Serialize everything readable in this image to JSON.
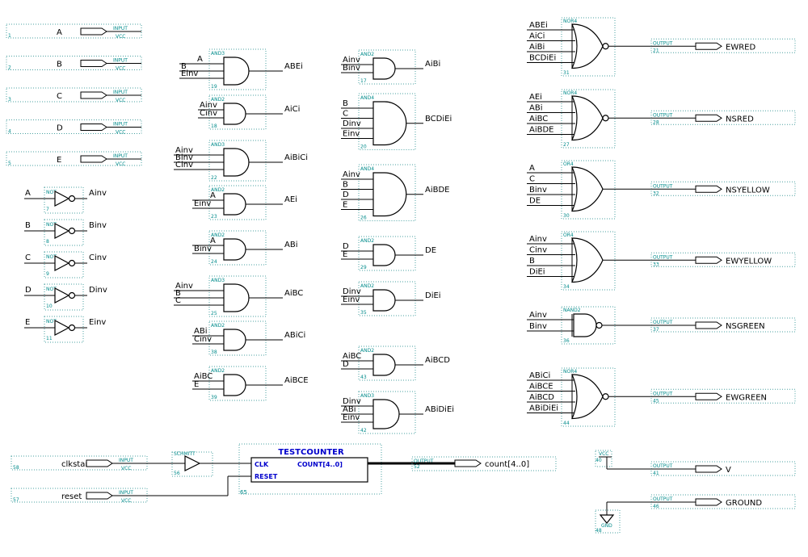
{
  "inputs": [
    {
      "name": "A",
      "num": "1"
    },
    {
      "name": "B",
      "num": "2"
    },
    {
      "name": "C",
      "num": "3"
    },
    {
      "name": "D",
      "num": "4"
    },
    {
      "name": "E",
      "num": "5"
    }
  ],
  "input_tag": "INPUT",
  "vcc_tag": "VCC",
  "output_tag": "OUTPUT",
  "nots": [
    {
      "in": "A",
      "out": "Ainv",
      "num": "7"
    },
    {
      "in": "B",
      "out": "Binv",
      "num": "8"
    },
    {
      "in": "C",
      "out": "Cinv",
      "num": "9"
    },
    {
      "in": "D",
      "out": "Dinv",
      "num": "10"
    },
    {
      "in": "E",
      "out": "Einv",
      "num": "11"
    }
  ],
  "not_tag": "NOT",
  "gates_col1": [
    {
      "type": "AND3",
      "inputs": [
        "A",
        "B",
        "Einv"
      ],
      "out": "ABEi",
      "num": "19"
    },
    {
      "type": "AND2",
      "inputs": [
        "Ainv",
        "Cinv"
      ],
      "out": "AiCi",
      "num": "18"
    },
    {
      "type": "AND3",
      "inputs": [
        "Ainv",
        "Binv",
        "Cinv"
      ],
      "out": "AiBiCi",
      "num": "22"
    },
    {
      "type": "AND2",
      "inputs": [
        "A",
        "Einv"
      ],
      "out": "AEi",
      "num": "23"
    },
    {
      "type": "AND2",
      "inputs": [
        "A",
        "Binv"
      ],
      "out": "ABi",
      "num": "24"
    },
    {
      "type": "AND3",
      "inputs": [
        "Ainv",
        "B",
        "C"
      ],
      "out": "AiBC",
      "num": "25"
    },
    {
      "type": "AND2",
      "inputs": [
        "ABi",
        "Cinv"
      ],
      "out": "ABiCi",
      "num": "38"
    },
    {
      "type": "AND2",
      "inputs": [
        "AiBC",
        "E"
      ],
      "out": "AiBCE",
      "num": "39"
    }
  ],
  "gates_col2": [
    {
      "type": "AND2",
      "inputs": [
        "Ainv",
        "Binv"
      ],
      "out": "AiBi",
      "num": "17"
    },
    {
      "type": "AND4",
      "inputs": [
        "B",
        "C",
        "Dinv",
        "Einv"
      ],
      "out": "BCDiEi",
      "num": "20"
    },
    {
      "type": "AND4",
      "inputs": [
        "Ainv",
        "B",
        "D",
        "E"
      ],
      "out": "AiBDE",
      "num": "26"
    },
    {
      "type": "AND2",
      "inputs": [
        "D",
        "E"
      ],
      "out": "DE",
      "num": "29"
    },
    {
      "type": "AND2",
      "inputs": [
        "Dinv",
        "Einv"
      ],
      "out": "DiEi",
      "num": "35"
    },
    {
      "type": "AND2",
      "inputs": [
        "AiBC",
        "D"
      ],
      "out": "AiBCD",
      "num": "43"
    },
    {
      "type": "AND3",
      "inputs": [
        "Dinv",
        "ABi",
        "Einv"
      ],
      "out": "ABiDiEi",
      "num": "42"
    }
  ],
  "gates_col3": [
    {
      "type": "NOR4",
      "inputs": [
        "ABEi",
        "AiCi",
        "AiBi",
        "BCDiEi"
      ],
      "output": "EWRED",
      "gnum": "31",
      "onum": "21"
    },
    {
      "type": "NOR4",
      "inputs": [
        "AEi",
        "ABi",
        "AiBC",
        "AiBDE"
      ],
      "output": "NSRED",
      "gnum": "27",
      "onum": "28"
    },
    {
      "type": "OR4",
      "inputs": [
        "A",
        "C",
        "Binv",
        "DE"
      ],
      "output": "NSYELLOW",
      "gnum": "30",
      "onum": "32"
    },
    {
      "type": "OR4",
      "inputs": [
        "Ainv",
        "Cinv",
        "B",
        "DiEi"
      ],
      "output": "EWYELLOW",
      "gnum": "34",
      "onum": "33"
    },
    {
      "type": "NAND2",
      "inputs": [
        "Ainv",
        "Binv"
      ],
      "output": "NSGREEN",
      "gnum": "36",
      "onum": "37"
    },
    {
      "type": "NOR4",
      "inputs": [
        "ABiCi",
        "AiBCE",
        "AiBCD",
        "ABiDiEi"
      ],
      "output": "EWGREEN",
      "gnum": "44",
      "onum": "45"
    }
  ],
  "bottom": {
    "clkstart": {
      "name": "clkstart",
      "num": "58"
    },
    "reset": {
      "name": "reset",
      "num": "57"
    },
    "schmitt": {
      "type": "SCHMITT",
      "num": "56"
    },
    "counter": {
      "title": "TESTCOUNTER",
      "clk": "CLK",
      "count_port": "COUNT[4..0]",
      "reset_port": "RESET",
      "num": "65"
    },
    "count_out": {
      "name": "count[4..0]",
      "num": "52"
    },
    "vcc_sym": {
      "label": "VCC",
      "num": "40"
    },
    "v_out": {
      "name": "V",
      "num": "41"
    },
    "gnd_out": {
      "name": "GROUND",
      "num": "46"
    },
    "gnd_sym": {
      "label": "GND",
      "num": "48"
    }
  },
  "colors": {
    "wire": "#000000",
    "annotation": "#008b8b",
    "dotted": "#4aa0a0",
    "counter_text": "#0000cc"
  }
}
